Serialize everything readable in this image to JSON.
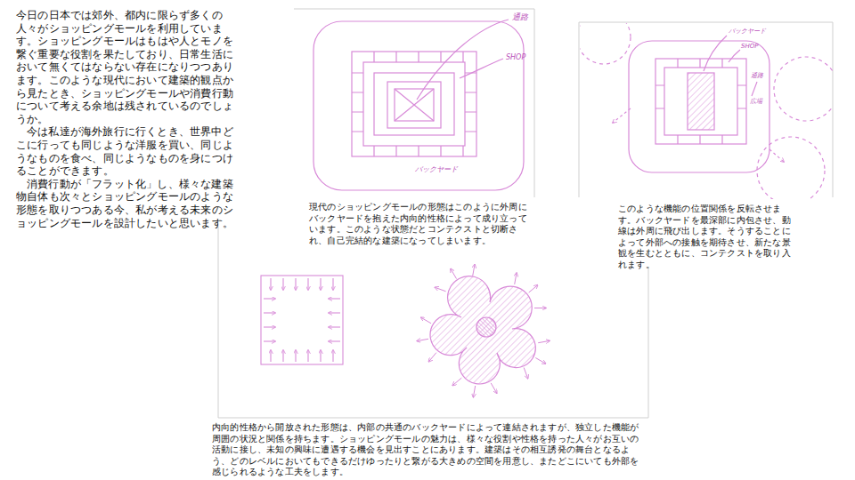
{
  "diagram": {
    "labels": [
      "今日の日本では郊外、都内に限らず多くの人々がショッピングモールを利用しています。ショッピングモールはもはや人とモノを繋ぐ重要な役割を果たしており、日常生活において無くてはならない存在になりつつあります。このような現代において建築的観点から見たとき、ショッピングモールや消費行動について考える余地は残されているのでしょうか。",
      "今は私達が海外旅行に行くとき、世界中どこに行っても同じような洋服を買い、同じようなものを食べ、同じようなものを身につけることができます。",
      "消費行動が「フラット化」し、様々な建築物自体も次々とショッピングモールのような形態を取りつつある今、私が考える未来のショッピングモールを設計したいと思います。",
      "通路",
      "SHOP",
      "バックヤード",
      "現代のショッピングモールの形態はこのように外周にバックヤードを抱えた内向的性格によって成り立っています。このような状態だとコンテクストと切断され、自己完結的な建築になってしまいます。",
      "バックヤード",
      "SHOP",
      "通路",
      "広場",
      "このような機能の位置関係を反転させます。バックヤードを最深部に内包させ、動線は外周に飛び出します。そうすることによって外部への接触を期待させ、新たな景観を生むとともに、コンテクストを取り入れます。",
      "内向的性格から開放された形態は、内部の共通のバックヤードによって連結されますが、独立した機能が周囲の状況と関係を持ちます。ショッピングモールの魅力は、様々な役割や性格を持った人々がお互いの活動に接し、未知の興味に遭遇する機会を見出すことにあります。建築はその相互誘発の舞台となるよう、どのレベルにおいてもできるだけゆったりと繋がる大きめの空間を用意し、またどこにいても外部を感じられるような工夫をします。"
    ]
  }
}
